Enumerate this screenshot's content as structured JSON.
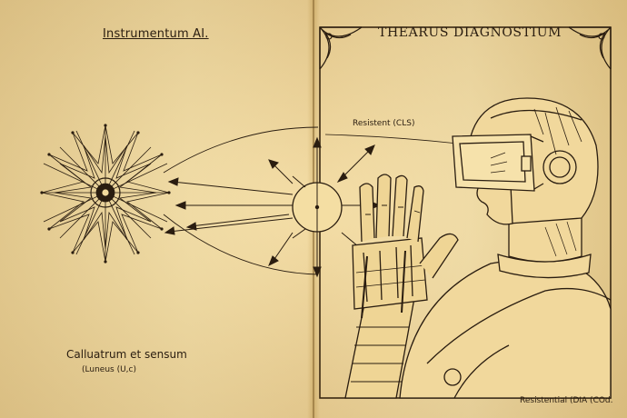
{
  "left_page": {
    "title": "Instrumentum AI.",
    "caption_main": "Calluatrum et sensum",
    "caption_sub": "(Luneus (U,c)"
  },
  "right_page": {
    "title": "THEARUS DIAGNOSTIUM",
    "label_resistent": "Resistent (CLS)",
    "caption_bottom": "Resistential (DIA (COd."
  },
  "colors": {
    "paper": "#f2d99c",
    "ink": "#2a1d10"
  },
  "icons": [
    "star-burst-icon",
    "lens-circle-icon",
    "robot-figure-icon",
    "corner-ornament-icon"
  ]
}
